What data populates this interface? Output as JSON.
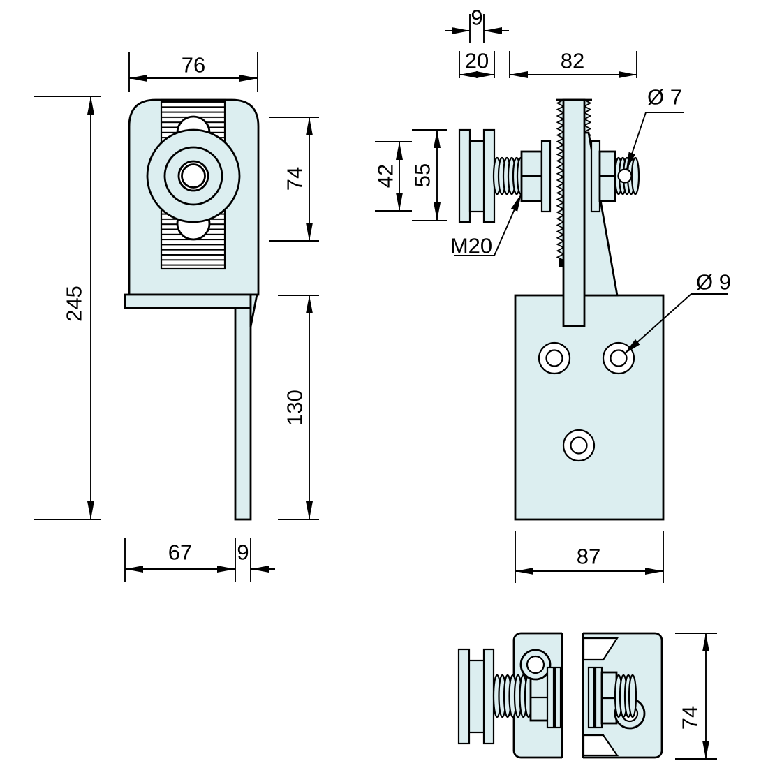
{
  "colors": {
    "part_fill": "#dceef0",
    "line": "#000000",
    "background": "#ffffff"
  },
  "views": {
    "front": {
      "dims": {
        "width": "76",
        "roller_height": "74",
        "overall_height": "245",
        "leg_drop": "130",
        "flange_length": "67",
        "leg_thickness": "9"
      }
    },
    "side": {
      "dims": {
        "groove_width": "9",
        "roller_width": "20",
        "axle_length": "82",
        "groove_height": "42",
        "roller_diameter": "55",
        "plate_width": "87"
      },
      "notes": {
        "thread": "M20",
        "pin_hole": "Ø 7",
        "mount_hole": "Ø 9"
      }
    },
    "top": {
      "dims": {
        "depth": "74"
      }
    }
  }
}
